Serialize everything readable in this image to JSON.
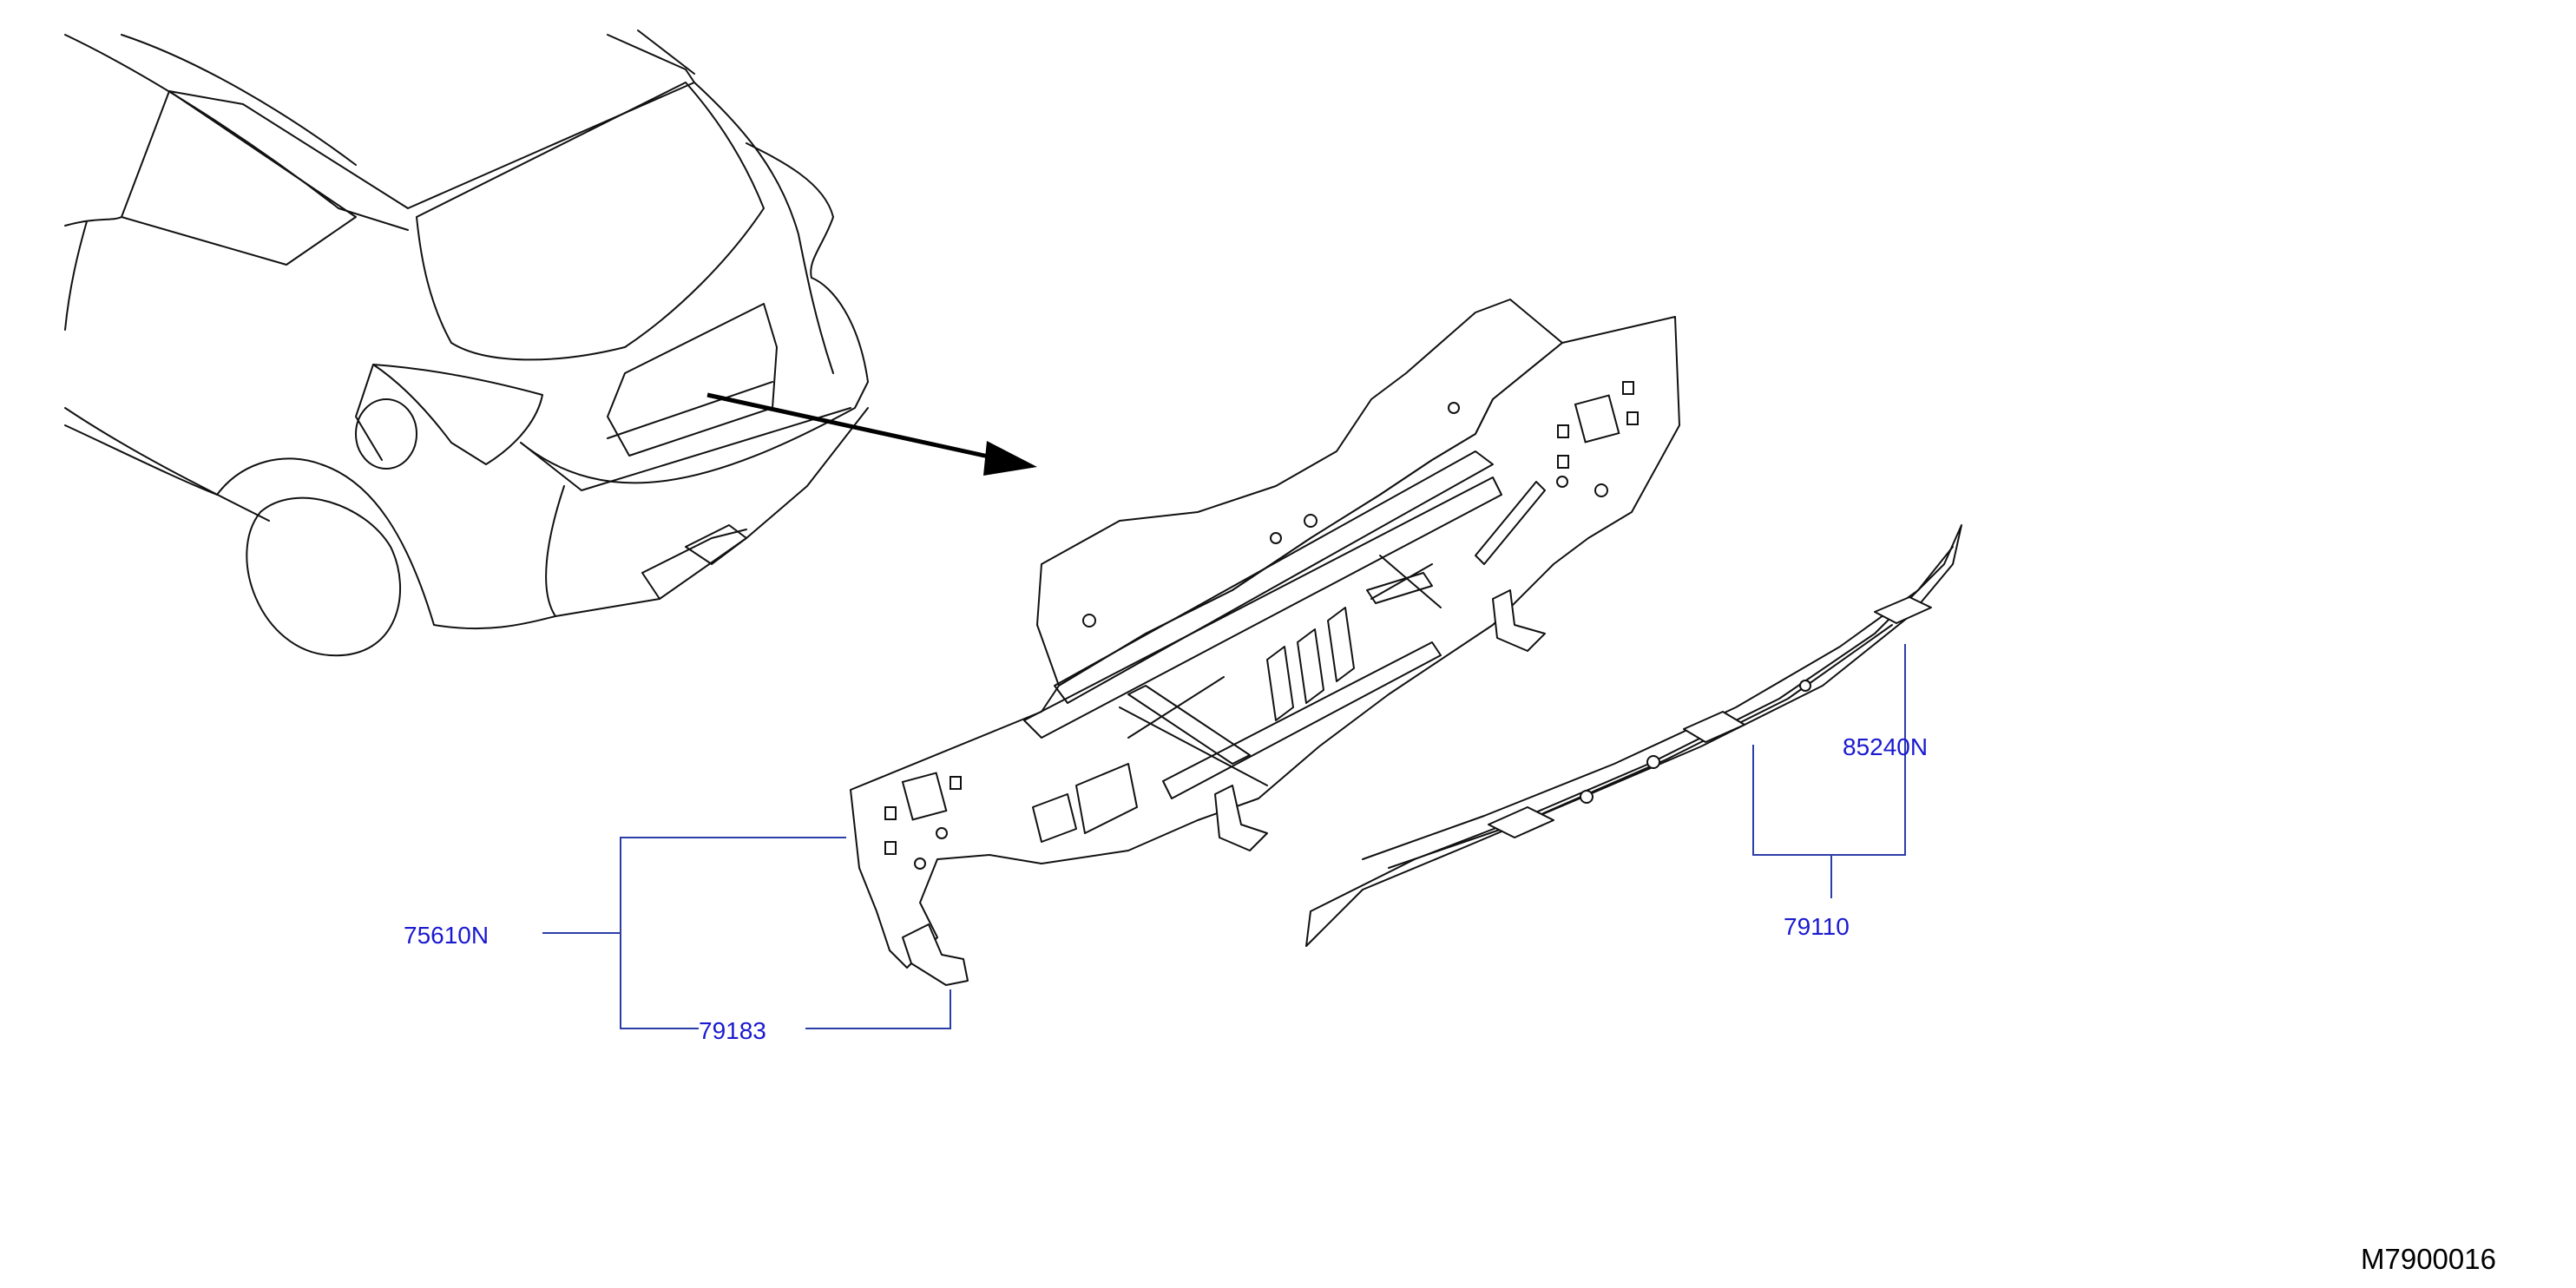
{
  "labels": {
    "part_75610n": "75610N",
    "part_79183": "79183",
    "part_85240n": "85240N",
    "part_79110": "79110"
  },
  "diagram_code": "M7900016",
  "colors": {
    "label_text": "#1a1ad0",
    "leader_line": "#2b3ea8",
    "line_art": "#111111",
    "background": "#ffffff"
  },
  "icons": {
    "direction_arrow": "arrow-right-icon"
  }
}
